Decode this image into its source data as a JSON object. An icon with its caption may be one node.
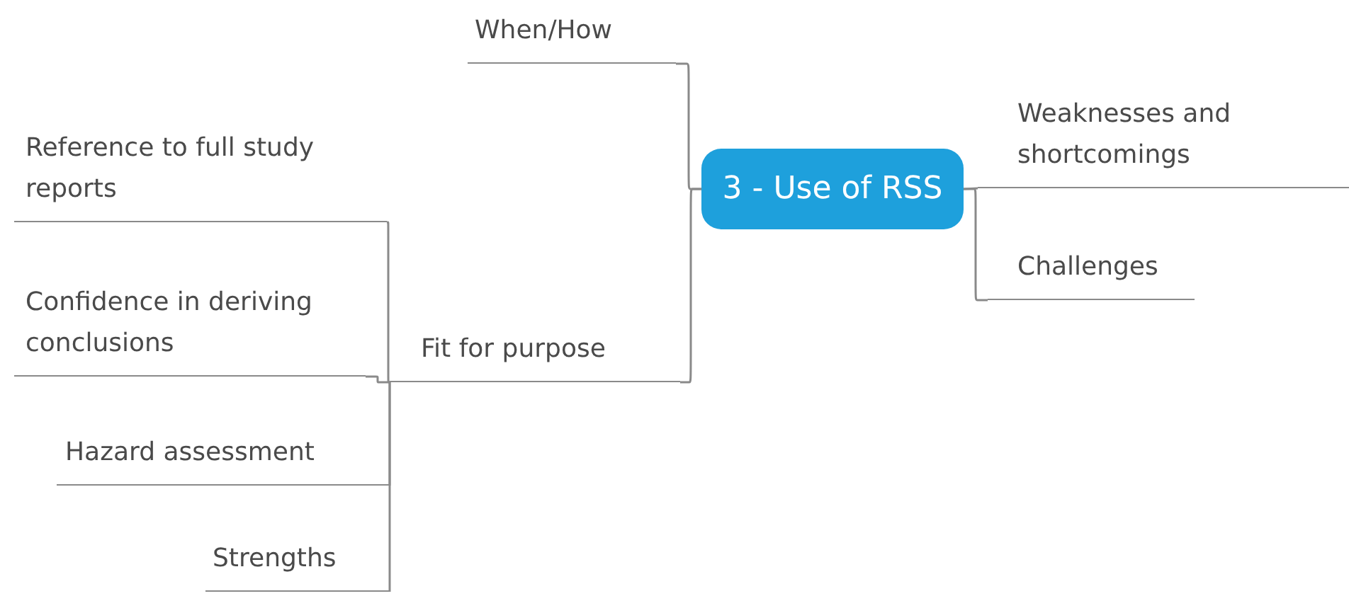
{
  "diagram": {
    "nodes": [
      {
        "text": [
          "3 - Use of RSS"
        ]
      },
      {
        "text": [
          "When/How"
        ]
      },
      {
        "text": [
          "Weaknesses and shortcomings"
        ]
      },
      {
        "text": [
          "Challenges"
        ]
      },
      {
        "text": [
          "Fit for purpose"
        ]
      },
      {
        "text": [
          "Reference to full study reports"
        ]
      },
      {
        "text": [
          "Confidence in deriving conclusions"
        ]
      },
      {
        "text": [
          "Hazard assessment"
        ]
      },
      {
        "text": [
          "Strengths"
        ]
      }
    ],
    "edges": [
      {
        "from": 0,
        "to": 1,
        "arrow": "none"
      },
      {
        "from": 0,
        "to": 2,
        "arrow": "none"
      },
      {
        "from": 0,
        "to": 3,
        "arrow": "none"
      },
      {
        "from": 0,
        "to": 4,
        "arrow": "none"
      },
      {
        "from": 4,
        "to": 5,
        "arrow": "none"
      },
      {
        "from": 4,
        "to": 6,
        "arrow": "none"
      },
      {
        "from": 4,
        "to": 7,
        "arrow": "none"
      },
      {
        "from": 4,
        "to": 8,
        "arrow": "none"
      }
    ]
  }
}
